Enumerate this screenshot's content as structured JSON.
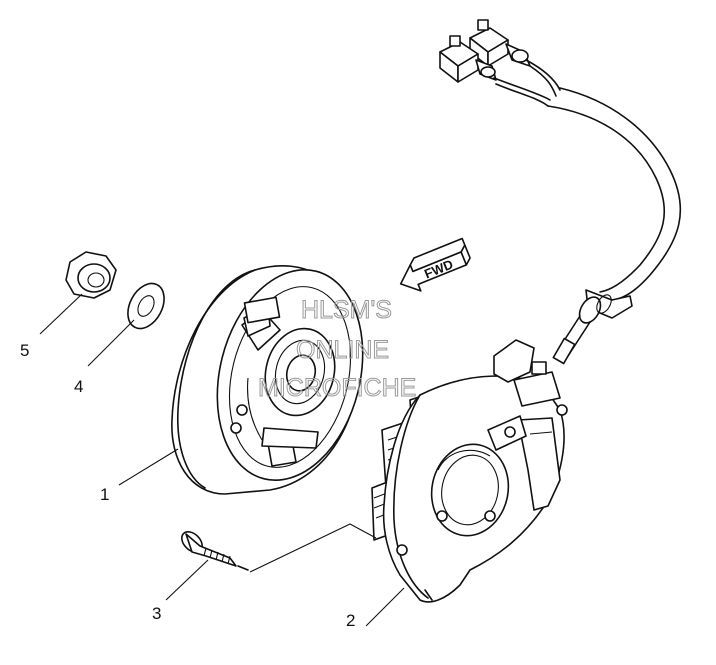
{
  "diagram": {
    "direction_label": "FWD",
    "watermark": [
      "HLSM'S",
      "ONLINE",
      "MICROFICHE"
    ],
    "callouts": [
      {
        "number": "1",
        "part": "flywheel-rotor"
      },
      {
        "number": "2",
        "part": "stator-assembly"
      },
      {
        "number": "3",
        "part": "screw"
      },
      {
        "number": "4",
        "part": "washer"
      },
      {
        "number": "5",
        "part": "nut"
      }
    ]
  }
}
